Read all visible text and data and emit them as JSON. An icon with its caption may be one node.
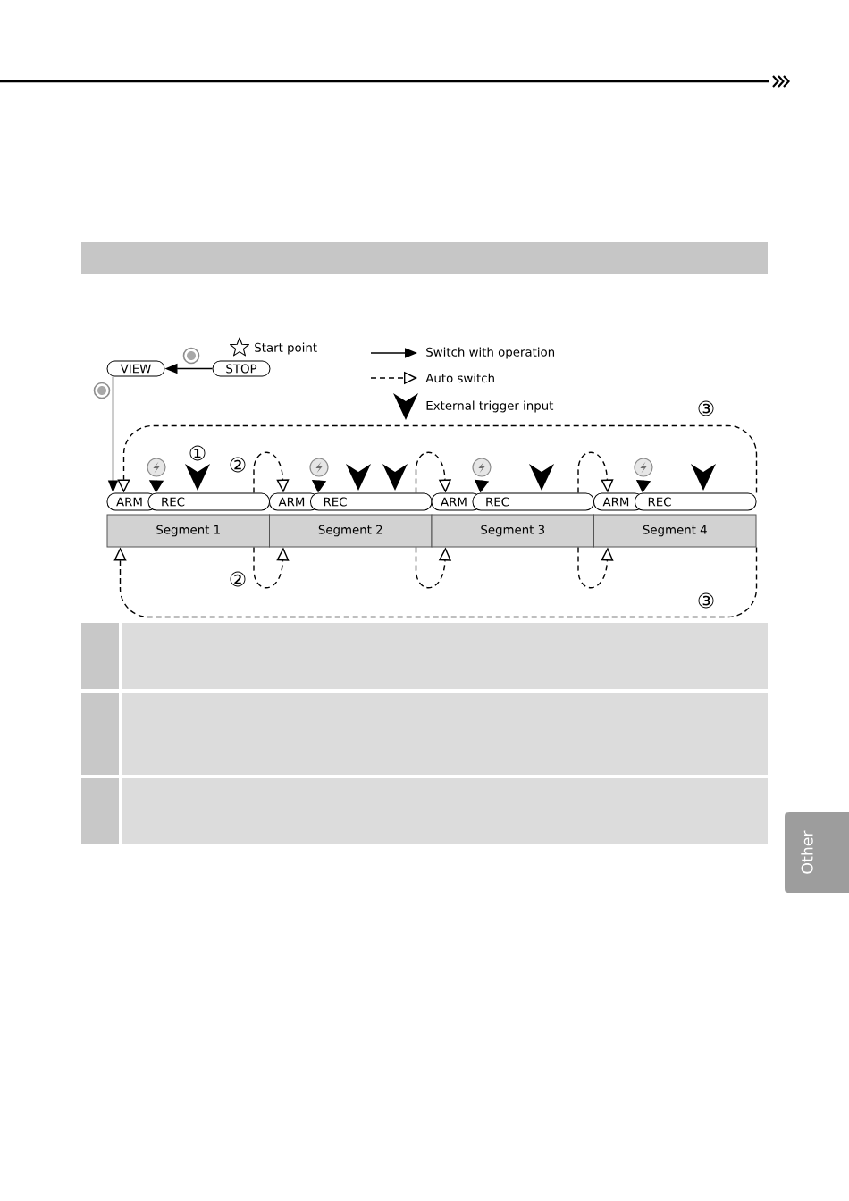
{
  "diagram": {
    "nodes": [
      {
        "text": [],
        "shape": "bar"
      },
      {
        "text": [
          "VIEW"
        ]
      },
      {
        "text": [
          "STOP"
        ],
        "beside": [
          "Start point"
        ]
      },
      {
        "text": [],
        "shape": "picture"
      },
      {
        "text": [],
        "shape": "picture"
      },
      {
        "text": [],
        "shape": "picture"
      },
      {
        "text": [],
        "shape": "picture"
      },
      {
        "text": [
          "ARM"
        ]
      },
      {
        "text": [
          "REC"
        ]
      },
      {
        "text": [
          "ARM"
        ]
      },
      {
        "text": [
          "REC"
        ]
      },
      {
        "text": [
          "ARM"
        ]
      },
      {
        "text": [
          "REC"
        ]
      },
      {
        "text": [
          "ARM"
        ]
      },
      {
        "text": [
          "REC"
        ]
      },
      {
        "text": [
          "Segment 1"
        ]
      },
      {
        "text": [
          "Segment 2"
        ]
      },
      {
        "text": [
          "Segment 3"
        ]
      },
      {
        "text": [
          "Segment 4"
        ]
      },
      {
        "text": [
          "Other"
        ]
      }
    ],
    "edges": [
      {
        "from": 2,
        "to": 1,
        "arrow": "to"
      },
      {
        "from": 1,
        "to": 7,
        "arrow": "to"
      },
      {
        "from": 8,
        "to": 9,
        "arrow": "to",
        "style": "dashed"
      },
      {
        "from": 10,
        "to": 11,
        "arrow": "to",
        "style": "dashed"
      },
      {
        "from": 12,
        "to": 13,
        "arrow": "to",
        "style": "dashed"
      },
      {
        "from": 14,
        "to": 7,
        "arrow": "to",
        "style": "dashed"
      },
      {
        "from": 15,
        "to": 16,
        "arrow": "to",
        "style": "dashed"
      },
      {
        "from": 16,
        "to": 17,
        "arrow": "to",
        "style": "dashed"
      },
      {
        "from": 17,
        "to": 18,
        "arrow": "to",
        "style": "dashed"
      },
      {
        "from": 18,
        "to": 15,
        "arrow": "to",
        "style": "dashed"
      },
      {
        "from": 3,
        "to": 8,
        "arrow": "to"
      },
      {
        "from": 4,
        "to": 10,
        "arrow": "to"
      },
      {
        "from": 5,
        "to": 12,
        "arrow": "to"
      },
      {
        "from": 6,
        "to": 14,
        "arrow": "to"
      }
    ],
    "labels": [
      "③",
      "①",
      "②",
      "②",
      "③"
    ],
    "legend": [
      {
        "text": "Switch with operation"
      },
      {
        "text": "Auto switch"
      },
      {
        "text": "External trigger input"
      }
    ]
  }
}
